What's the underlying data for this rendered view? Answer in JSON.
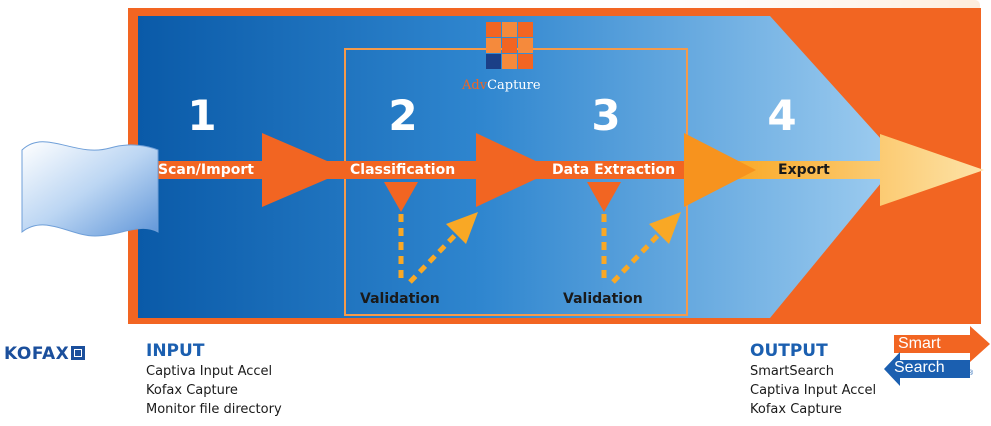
{
  "brand_logo": {
    "advcapture_part1": "Adv",
    "advcapture_part2": "Capture",
    "kofax_text": "KOFAX"
  },
  "steps": [
    {
      "number": "1",
      "label": "Scan/Import"
    },
    {
      "number": "2",
      "label": "Classification"
    },
    {
      "number": "3",
      "label": "Data Extraction"
    },
    {
      "number": "4",
      "label": "Export"
    }
  ],
  "validation": [
    "Validation",
    "Validation"
  ],
  "input": {
    "title": "INPUT",
    "items": [
      "Captiva Input Accel",
      "Kofax Capture",
      "Monitor file directory"
    ]
  },
  "output": {
    "title": "OUTPUT",
    "items": [
      "SmartSearch",
      "Captiva Input Accel",
      "Kofax Capture"
    ]
  },
  "smartsearch_logo": {
    "line1": "Smart",
    "line2": "Search",
    "mark": "®"
  },
  "colors": {
    "orange": "#f26522",
    "blue_dark": "#0a5aa8",
    "blue_light": "#8ec4ec",
    "yellow": "#f9b434",
    "title_blue": "#1b5fb0"
  }
}
